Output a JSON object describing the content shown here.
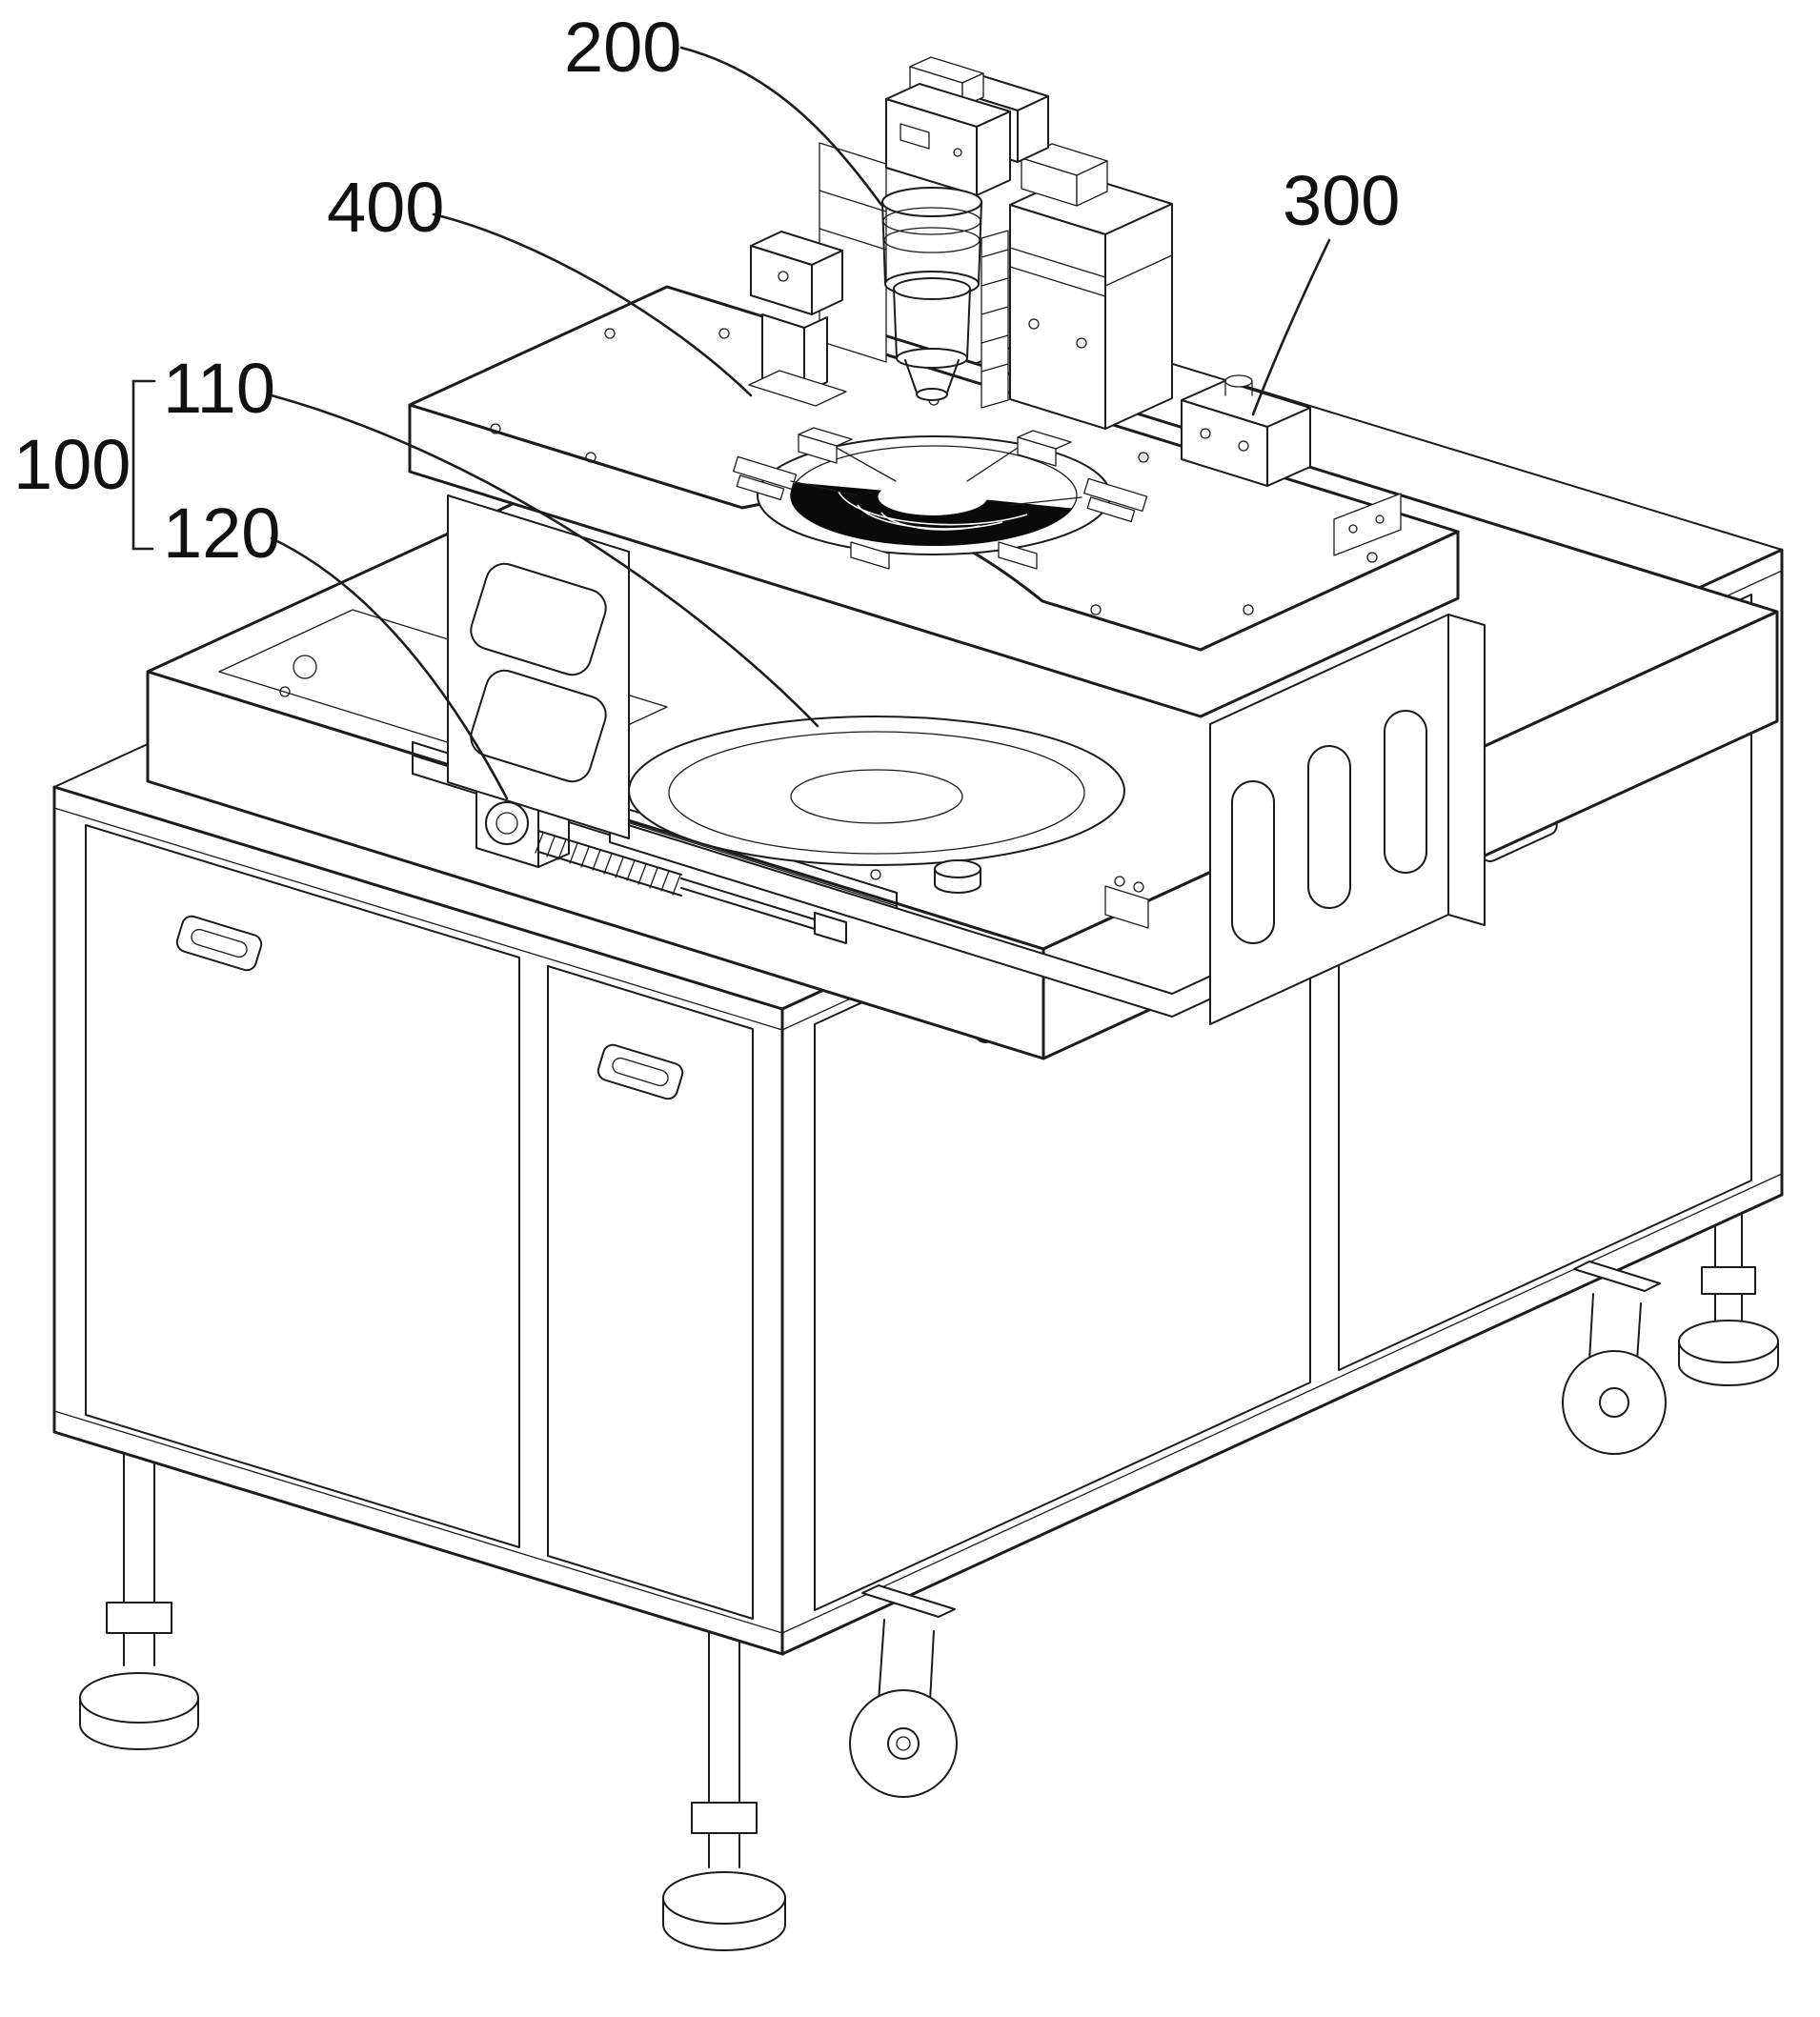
{
  "figure": {
    "type": "patent-technical-drawing",
    "background": "#ffffff",
    "stroke_color": "#1c1c1c",
    "wafer_fill": "#0a0a0a",
    "labels": {
      "l200": "200",
      "l300": "300",
      "l400": "400",
      "l110": "110",
      "l100": "100",
      "l120": "120"
    }
  }
}
